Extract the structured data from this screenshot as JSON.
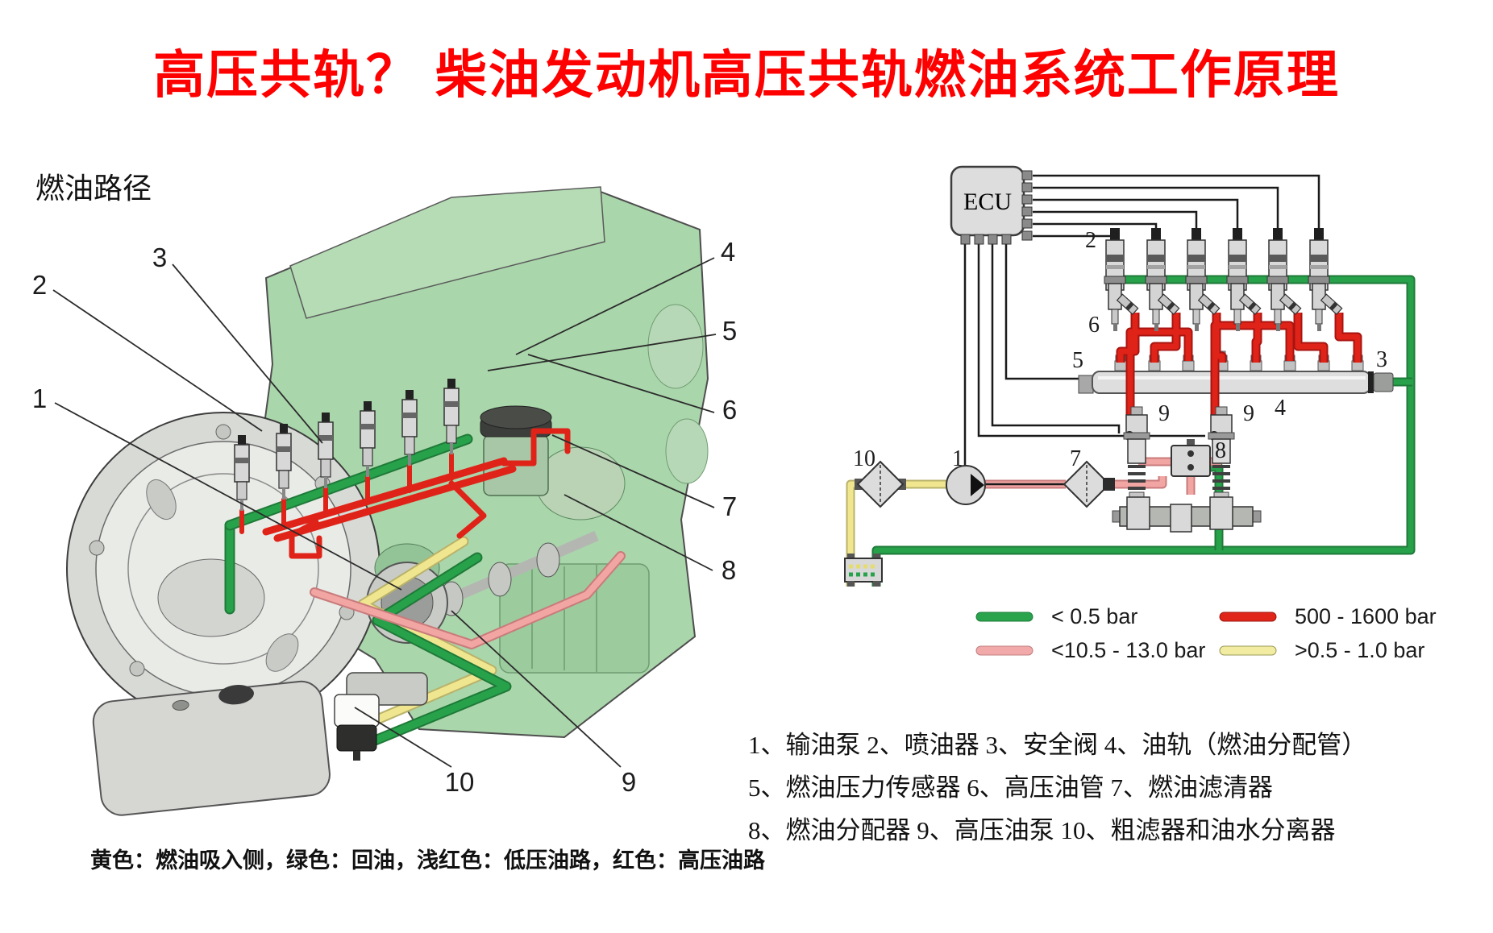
{
  "title": "高压共轨？ 柴油发动机高压共轨燃油系统工作原理",
  "subtitle": "燃油路径",
  "engine_diagram": {
    "callouts": {
      "e1": "1",
      "e2": "2",
      "e3": "3",
      "e4": "4",
      "e5": "5",
      "e6": "6",
      "e7": "7",
      "e8": "8",
      "e9": "9",
      "e10": "10"
    }
  },
  "schematic": {
    "ecu_label": "ECU",
    "labels": {
      "n1": "1",
      "n2": "2",
      "n3": "3",
      "n4": "4",
      "n5": "5",
      "n6": "6",
      "n7": "7",
      "n8": "8",
      "n9a": "9",
      "n9b": "9",
      "n10": "10"
    }
  },
  "legend": {
    "items": [
      {
        "label": "< 0.5 bar",
        "color": "#2aa34d"
      },
      {
        "label": "<10.5 - 13.0 bar",
        "color": "#f2a9a9"
      },
      {
        "label": "500 - 1600 bar",
        "color": "#e0261b"
      },
      {
        "label": ">0.5 - 1.0 bar",
        "color": "#f2eca2"
      }
    ]
  },
  "parts_list": {
    "line1": "1、输油泵 2、喷油器 3、安全阀 4、油轨（燃油分配管）",
    "line2": "5、燃油压力传感器 6、高压油管 7、燃油滤清器",
    "line3": "8、燃油分配器 9、高压油泵 10、粗滤器和油水分离器"
  },
  "color_caption": "黄色：燃油吸入侧，绿色：回油，浅红色：低压油路，红色：高压油路",
  "colors": {
    "title_red": "#fe0000",
    "pipe_green": "#27a24b",
    "pipe_red": "#df2318",
    "pipe_pink": "#f2a6a4",
    "pipe_yellow": "#efe68f",
    "engine_green": "#aad6ab",
    "fuel_yellow": "#f2eb9e"
  }
}
